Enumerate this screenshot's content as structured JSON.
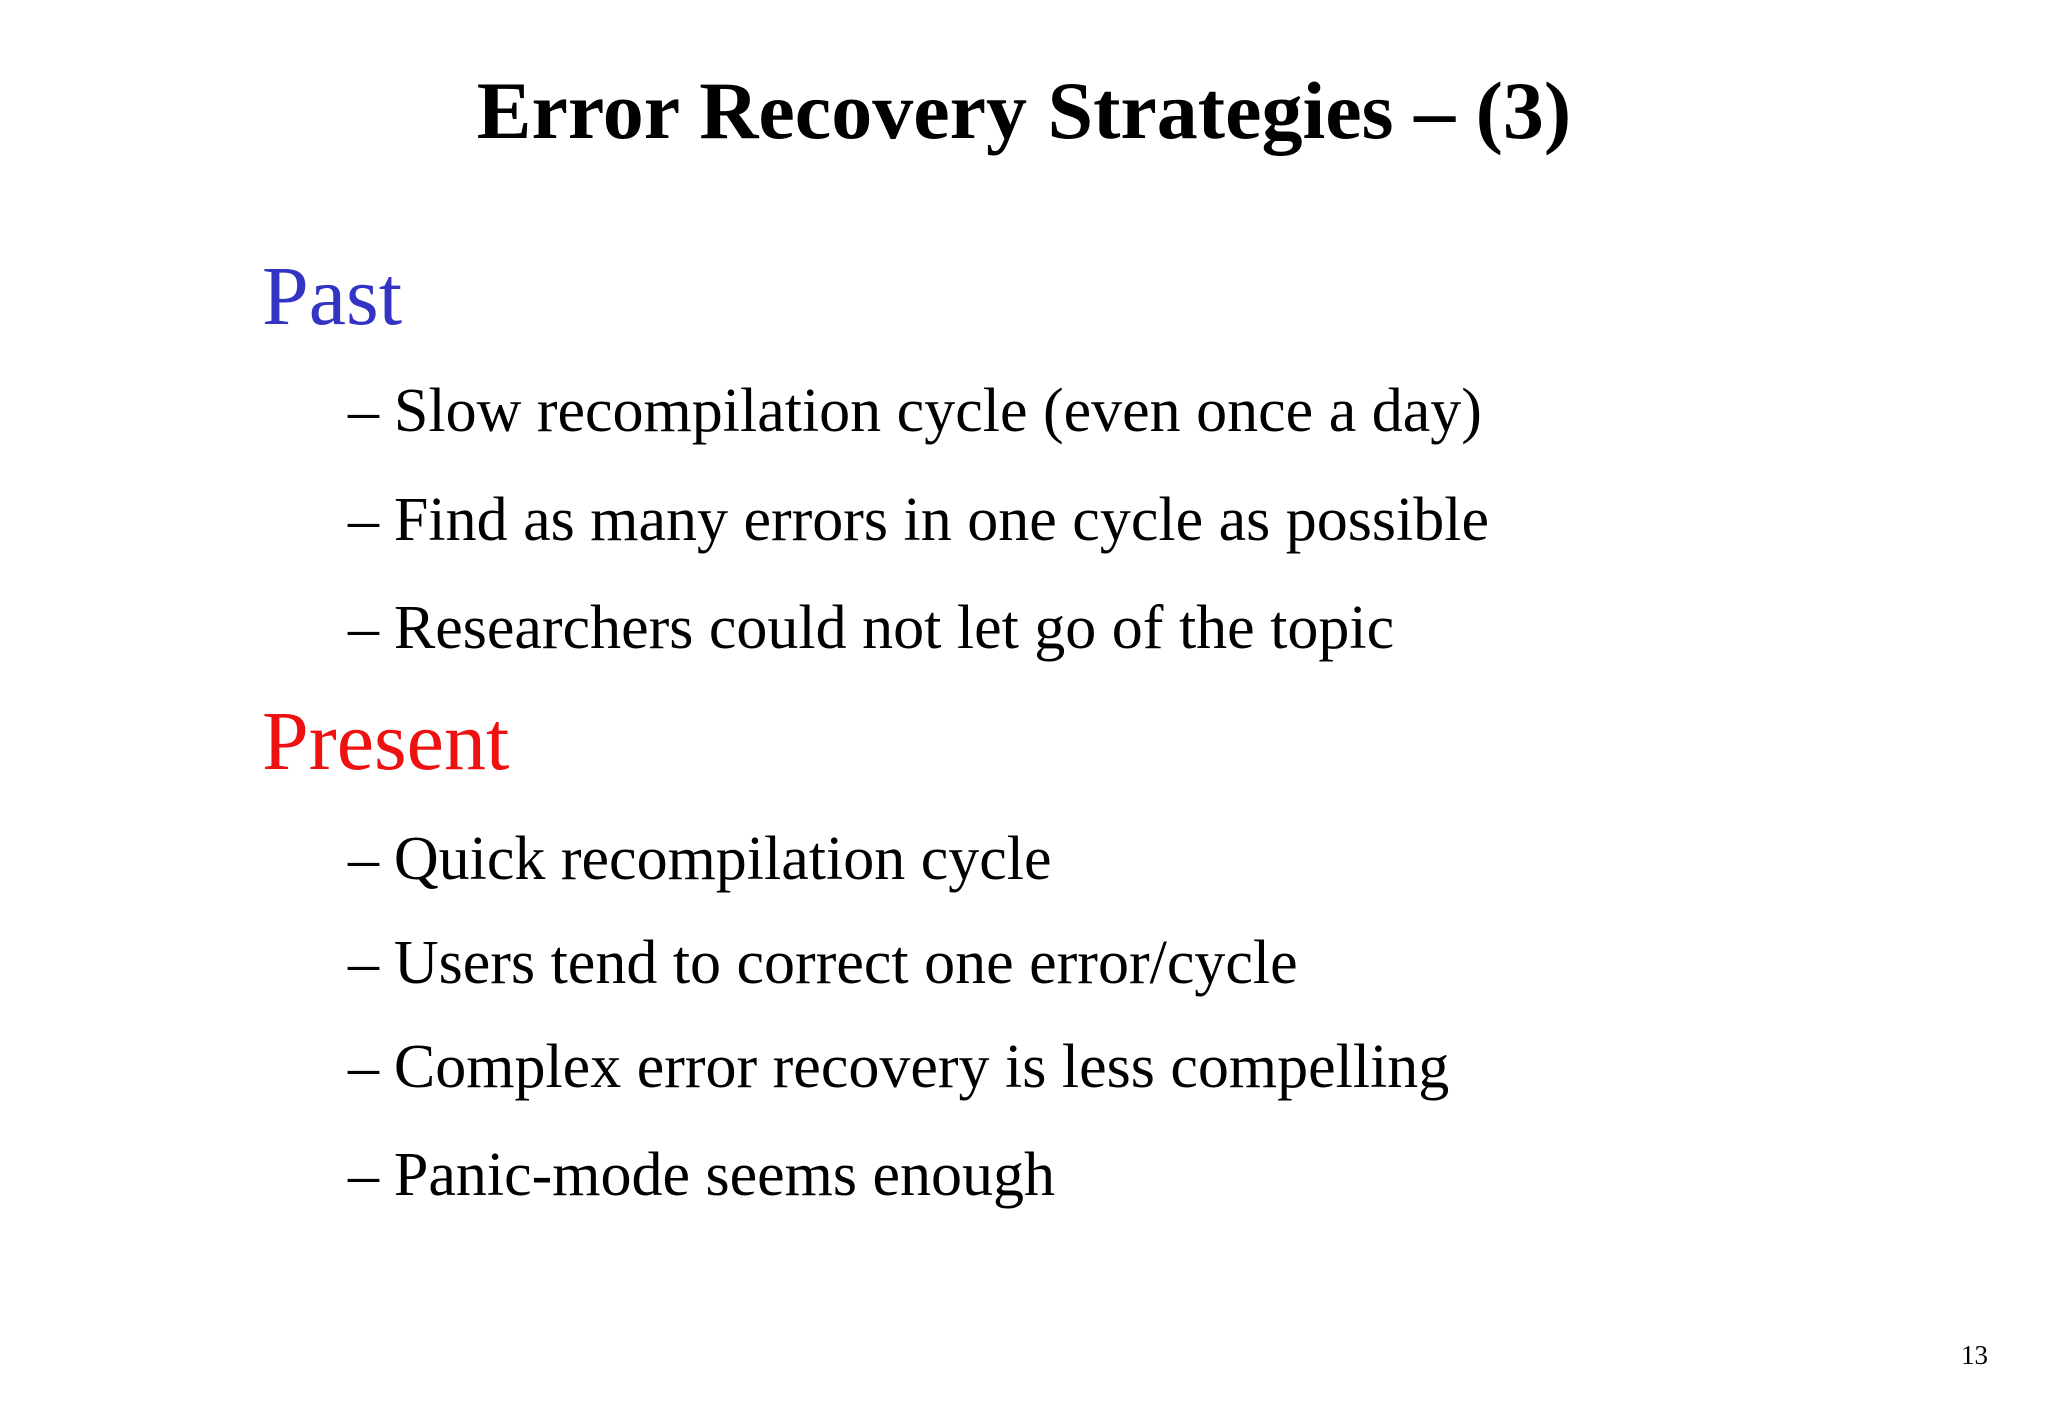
{
  "title": {
    "text": "Error Recovery Strategies – (3)"
  },
  "bullet_marker": "–",
  "sections": [
    {
      "heading": "Past",
      "color": "#3333C4",
      "bullets": [
        "Slow recompilation cycle (even once a day)",
        "Find as many errors in one cycle as possible",
        "Researchers could not let go of the topic"
      ]
    },
    {
      "heading": "Present",
      "color": "#ED1111",
      "bullets": [
        "Quick recompilation cycle",
        "Users tend to correct one error/cycle",
        "Complex error recovery is less compelling",
        "Panic-mode seems enough"
      ]
    }
  ],
  "page_number": "13"
}
